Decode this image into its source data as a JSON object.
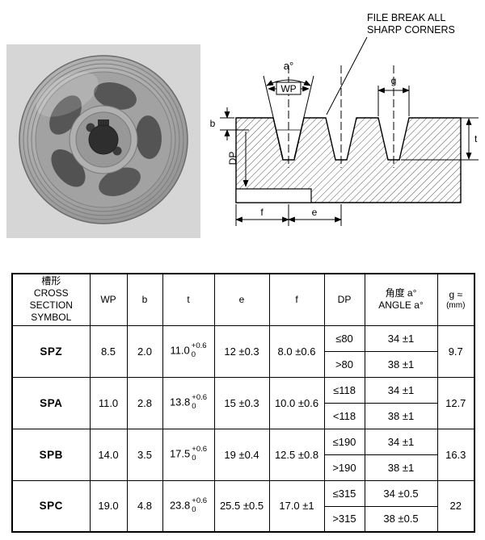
{
  "diagram": {
    "annotation": {
      "line1": "FILE BREAK ALL",
      "line2": "SHARP CORNERS"
    },
    "labels": {
      "a": "a°",
      "wp": "WP",
      "g": "g",
      "b": "b",
      "t": "t",
      "dp": "DP",
      "f": "f",
      "e": "e"
    }
  },
  "table": {
    "headers": {
      "symbol": [
        "槽形",
        "CROSS",
        "SECTION",
        "SYMBOL"
      ],
      "wp": "WP",
      "b": "b",
      "t": "t",
      "e": "e",
      "f": "f",
      "dp": "DP",
      "angle": [
        "角度 a°",
        "ANGLE a°"
      ],
      "g": [
        "g ≈",
        "(mm)"
      ]
    },
    "rows": [
      {
        "symbol": "SPZ",
        "wp": "8.5",
        "b": "2.0",
        "t_val": "11.0",
        "t_tol_top": "+0.6",
        "t_tol_bot": "0",
        "e": "12 ±0.3",
        "f": "8.0 ±0.6",
        "dp1": "≤80",
        "angle1": "34 ±1",
        "dp2": ">80",
        "angle2": "38 ±1",
        "g": "9.7"
      },
      {
        "symbol": "SPA",
        "wp": "11.0",
        "b": "2.8",
        "t_val": "13.8",
        "t_tol_top": "+0.6",
        "t_tol_bot": "0",
        "e": "15 ±0.3",
        "f": "10.0 ±0.6",
        "dp1": "≤118",
        "angle1": "34 ±1",
        "dp2": "<118",
        "angle2": "38 ±1",
        "g": "12.7"
      },
      {
        "symbol": "SPB",
        "wp": "14.0",
        "b": "3.5",
        "t_val": "17.5",
        "t_tol_top": "+0.6",
        "t_tol_bot": "0",
        "e": "19 ±0.4",
        "f": "12.5 ±0.8",
        "dp1": "≤190",
        "angle1": "34 ±1",
        "dp2": ">190",
        "angle2": "38 ±1",
        "g": "16.3"
      },
      {
        "symbol": "SPC",
        "wp": "19.0",
        "b": "4.8",
        "t_val": "23.8",
        "t_tol_top": "+0.6",
        "t_tol_bot": "0",
        "e": "25.5 ±0.5",
        "f": "17.0 ±1",
        "dp1": "≤315",
        "angle1": "34 ±0.5",
        "dp2": ">315",
        "angle2": "38 ±0.5",
        "g": "22"
      }
    ]
  }
}
